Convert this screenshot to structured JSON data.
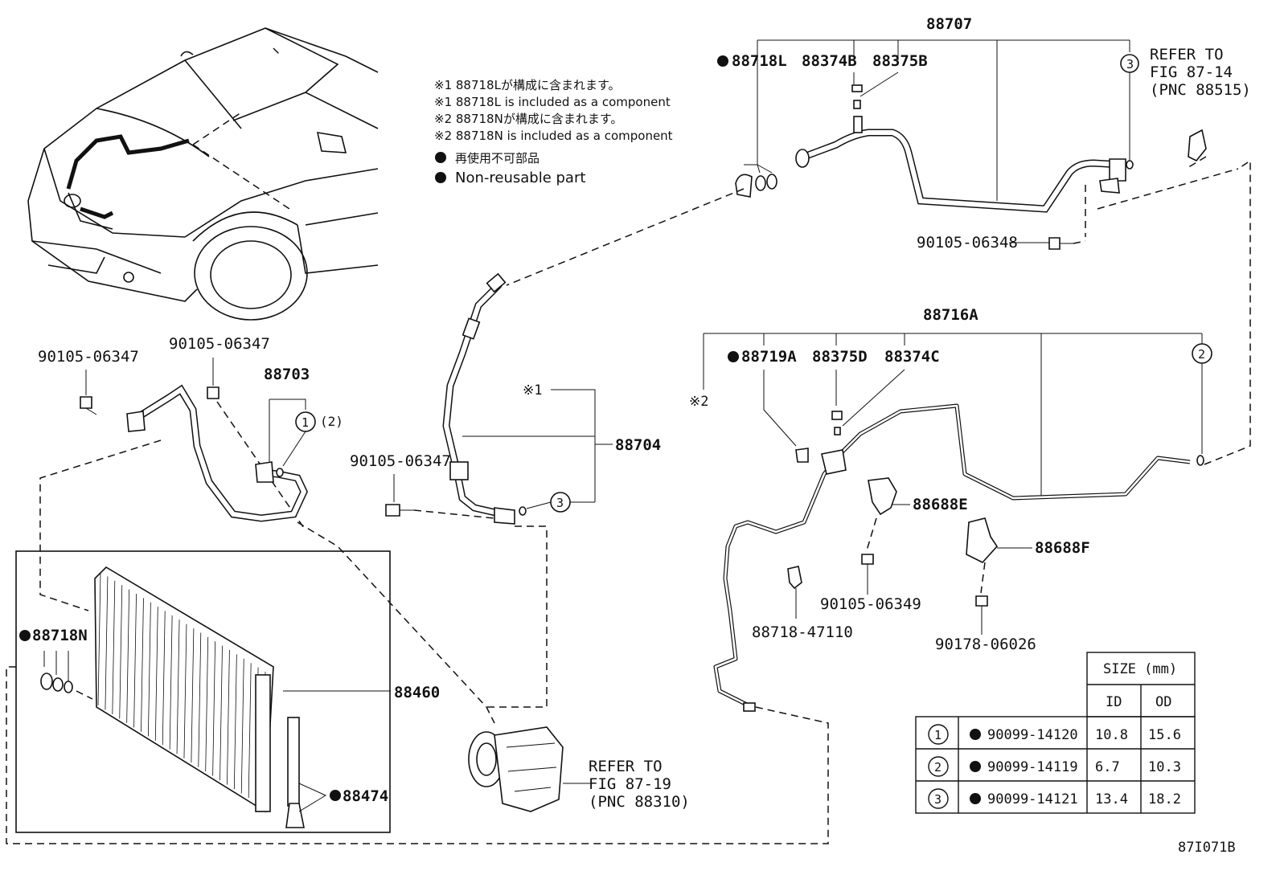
{
  "notes": {
    "line1": "※1 88718Lが構成に含まれます。",
    "line2": "※1 88718L  is included as a component",
    "line3": "※2 88718Nが構成に含まれます。",
    "line4": "※2 88718N is included as a component",
    "nonreusable_jp": "再使用不可部品",
    "nonreusable_en": "Non-reusable part"
  },
  "labels": {
    "p88707": "88707",
    "p88718L": "88718L",
    "p88374B": "88374B",
    "p88375B": "88375B",
    "ref1_a": "REFER TO",
    "ref1_b": "FIG 87-14",
    "ref1_c": "(PNC 88515)",
    "p90105_06348": "90105-06348",
    "p88716A": "88716A",
    "p88719A": "88719A",
    "p88375D": "88375D",
    "p88374C": "88374C",
    "mark2": "※2",
    "mark1": "※1",
    "p88704": "88704",
    "p90105_06347_a": "90105-06347",
    "p90105_06347_b": "90105-06347",
    "p90105_06347_c": "90105-06347",
    "p88703": "88703",
    "p88703_sub": "(2)",
    "p88688E": "88688E",
    "p88688F": "88688F",
    "p90105_06349": "90105-06349",
    "p88718_47110": "88718-47110",
    "p90178_06026": "90178-06026",
    "p88718N": "88718N",
    "p88460": "88460",
    "p88474": "88474",
    "ref2_a": "REFER TO",
    "ref2_b": "FIG 87-19",
    "ref2_c": "(PNC 88310)",
    "circle1": "1",
    "circle2": "2",
    "circle3": "3",
    "figure_code": "87I071B"
  },
  "size_table": {
    "header": "SIZE (mm)",
    "col_id": "ID",
    "col_od": "OD",
    "rows": [
      {
        "num": "1",
        "part": "90099-14120",
        "id": "10.8",
        "od": "15.6"
      },
      {
        "num": "2",
        "part": "90099-14119",
        "id": "6.7",
        "od": "10.3"
      },
      {
        "num": "3",
        "part": "90099-14121",
        "id": "13.4",
        "od": "18.2"
      }
    ]
  }
}
